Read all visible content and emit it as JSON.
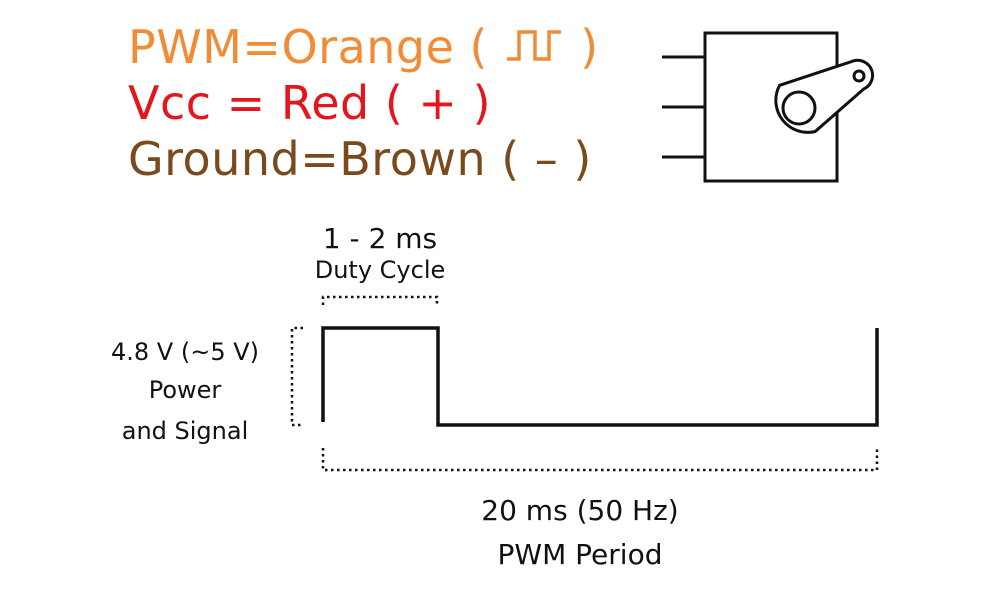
{
  "colors": {
    "pwm": "#f28b36",
    "vcc": "#e5141d",
    "ground": "#7a4a1c",
    "line": "#111111"
  },
  "wires": [
    {
      "text": "PWM=Orange (",
      "close": ")",
      "symbol": "square-wave-icon"
    },
    {
      "text": "Vcc = Red ( + )"
    },
    {
      "text": "Ground=Brown ( – )"
    }
  ],
  "duty_cycle": {
    "value": "1 - 2 ms",
    "label": "Duty Cycle"
  },
  "voltage": {
    "value": "4.8 V (~5 V)",
    "label_line1": "Power",
    "label_line2": "and Signal"
  },
  "period": {
    "value": "20 ms (50 Hz)",
    "label": "PWM Period"
  }
}
